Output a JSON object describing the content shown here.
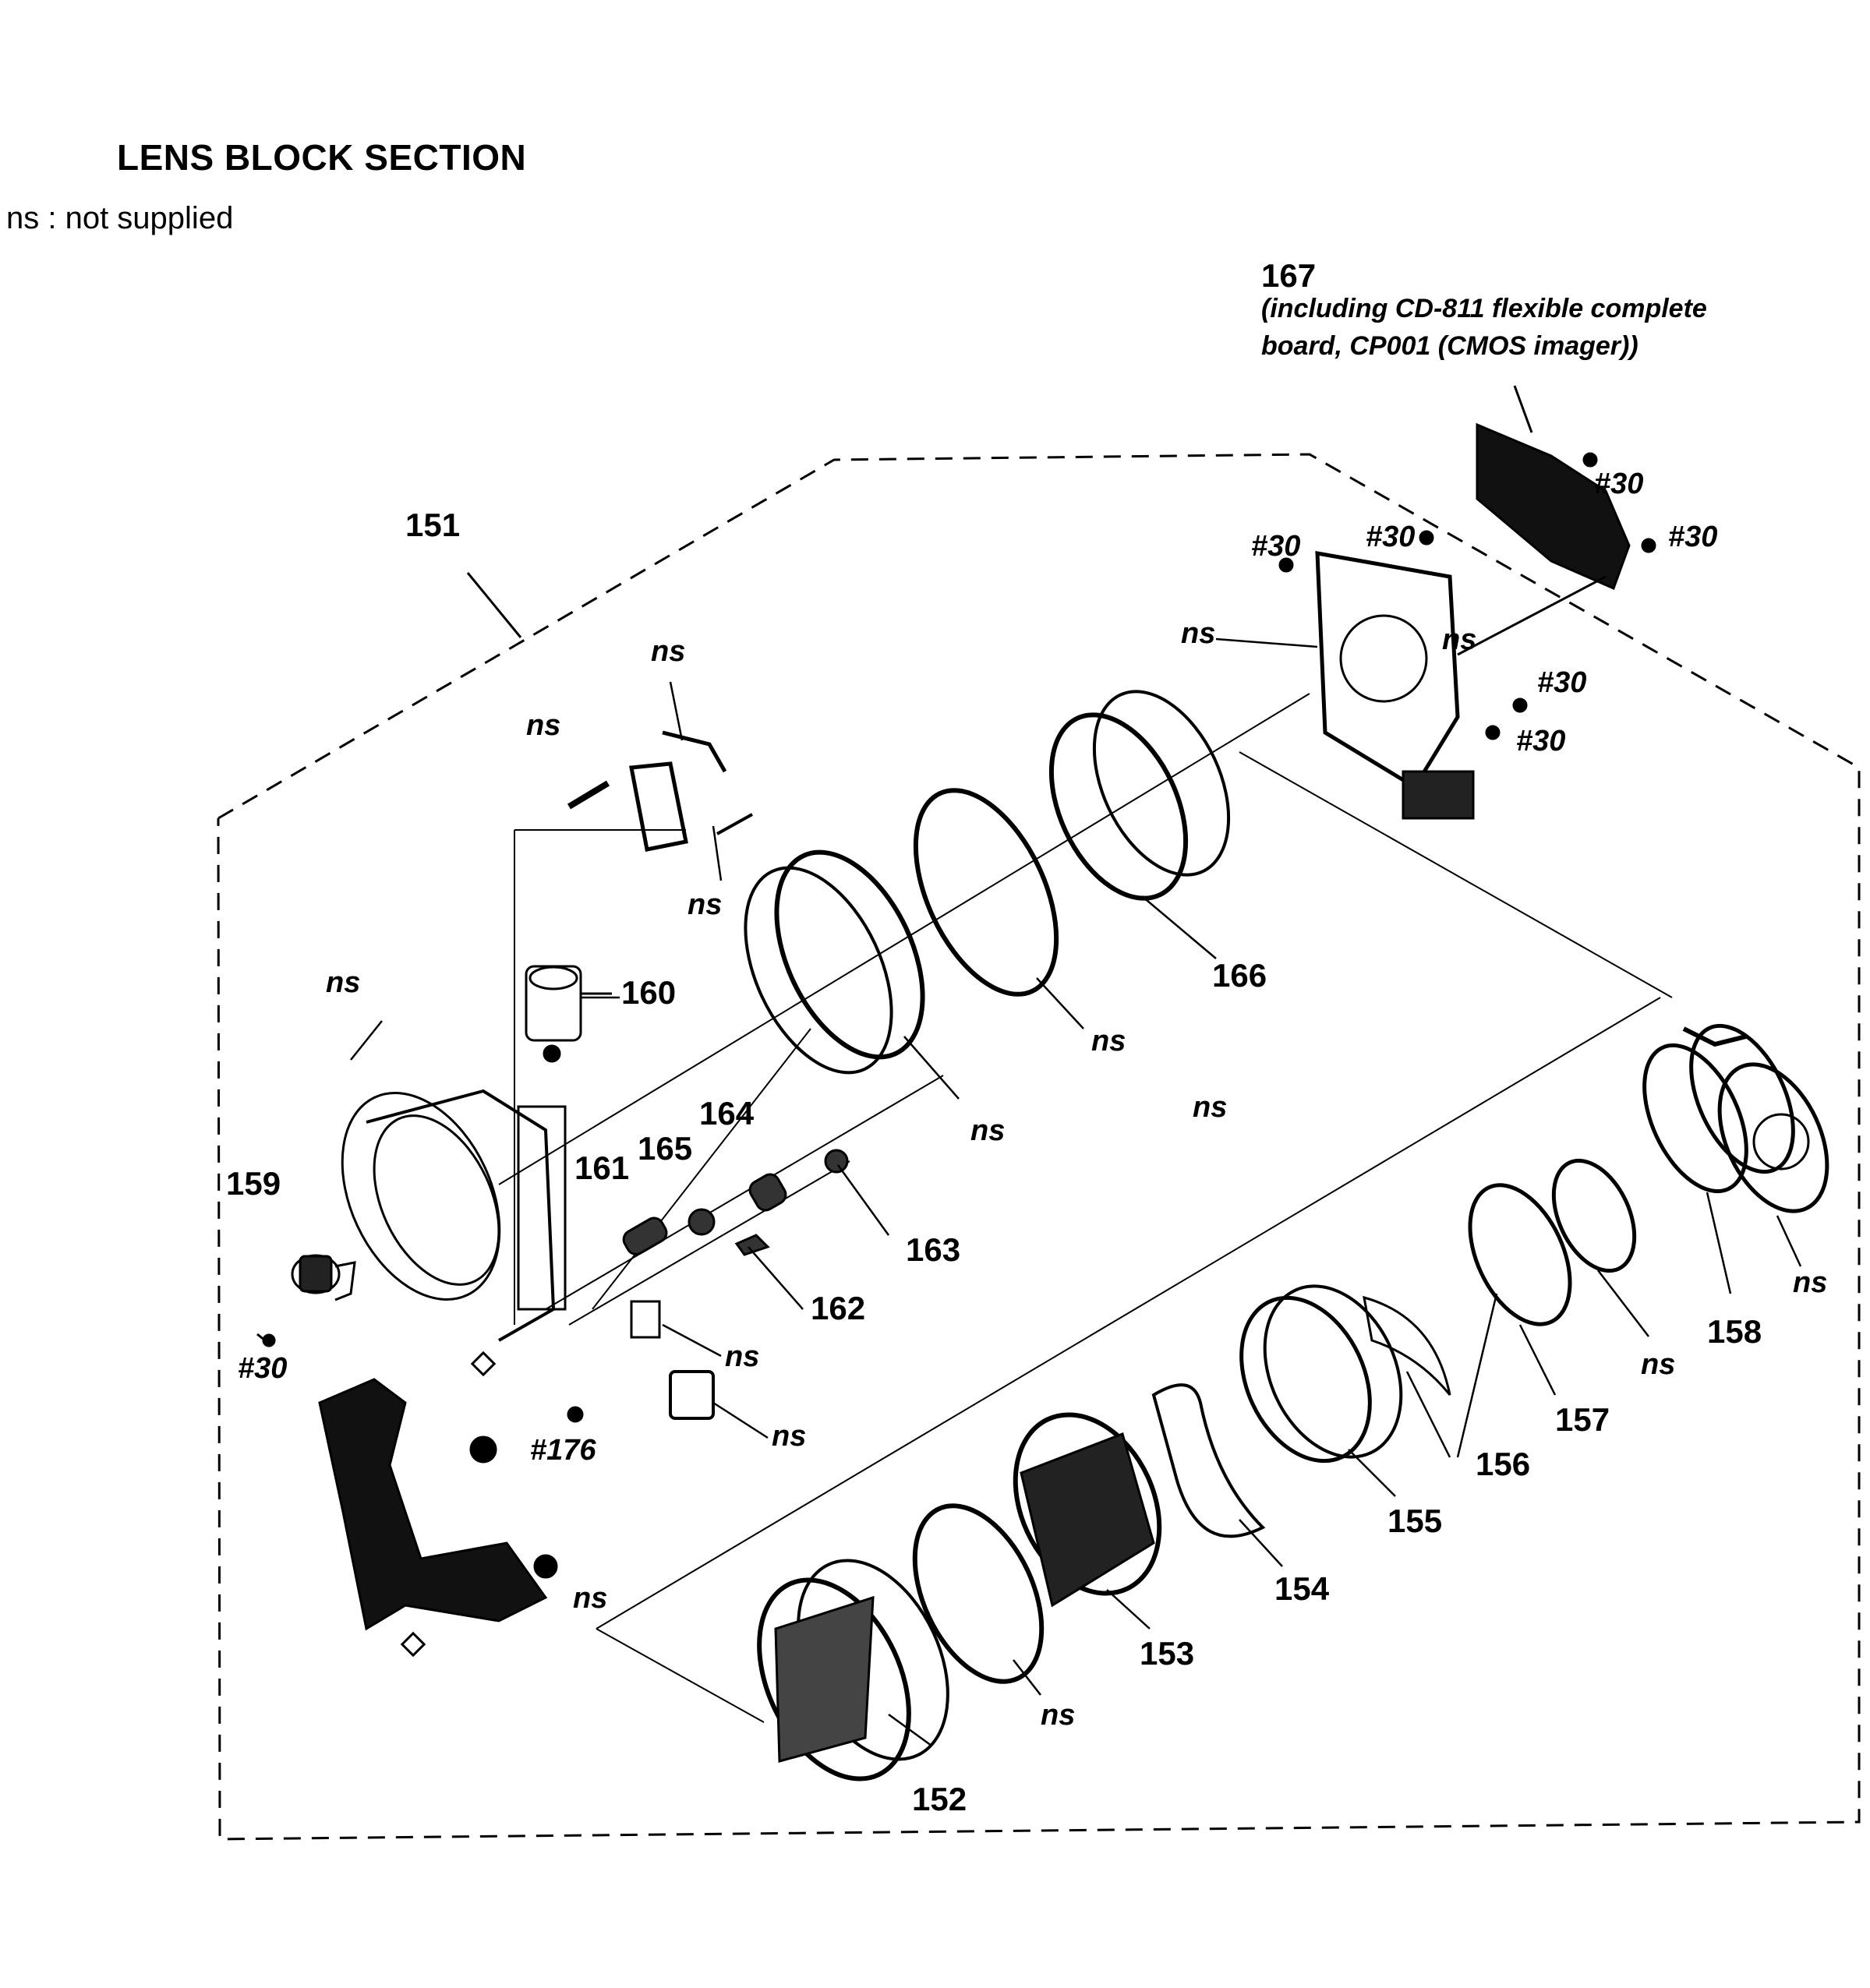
{
  "header": {
    "title": "LENS BLOCK SECTION",
    "legend": "ns : not supplied"
  },
  "part_167": {
    "number": "167",
    "note_line1": "(including CD-811 flexible complete",
    "note_line2": "board, CP001 (CMOS imager))"
  },
  "part_numbers": {
    "p151": "151",
    "p152": "152",
    "p153": "153",
    "p154": "154",
    "p155": "155",
    "p156": "156",
    "p157": "157",
    "p158": "158",
    "p159": "159",
    "p160": "160",
    "p161": "161",
    "p162": "162",
    "p163": "163",
    "p164": "164",
    "p165": "165",
    "p166": "166"
  },
  "screw_labels": {
    "s30_a": "#30",
    "s30_b": "#30",
    "s30_c": "#30",
    "s30_d": "#30",
    "s30_e": "#30",
    "s30_f": "#30",
    "s30_g": "#30",
    "s176": "#176"
  },
  "ns_labels": {
    "n1": "ns",
    "n2": "ns",
    "n3": "ns",
    "n4": "ns",
    "n5": "ns",
    "n6": "ns",
    "n7": "ns",
    "n8": "ns",
    "n9": "ns",
    "n10": "ns",
    "n11": "ns",
    "n12": "ns",
    "n13": "ns",
    "n14": "ns",
    "n15": "ns"
  }
}
